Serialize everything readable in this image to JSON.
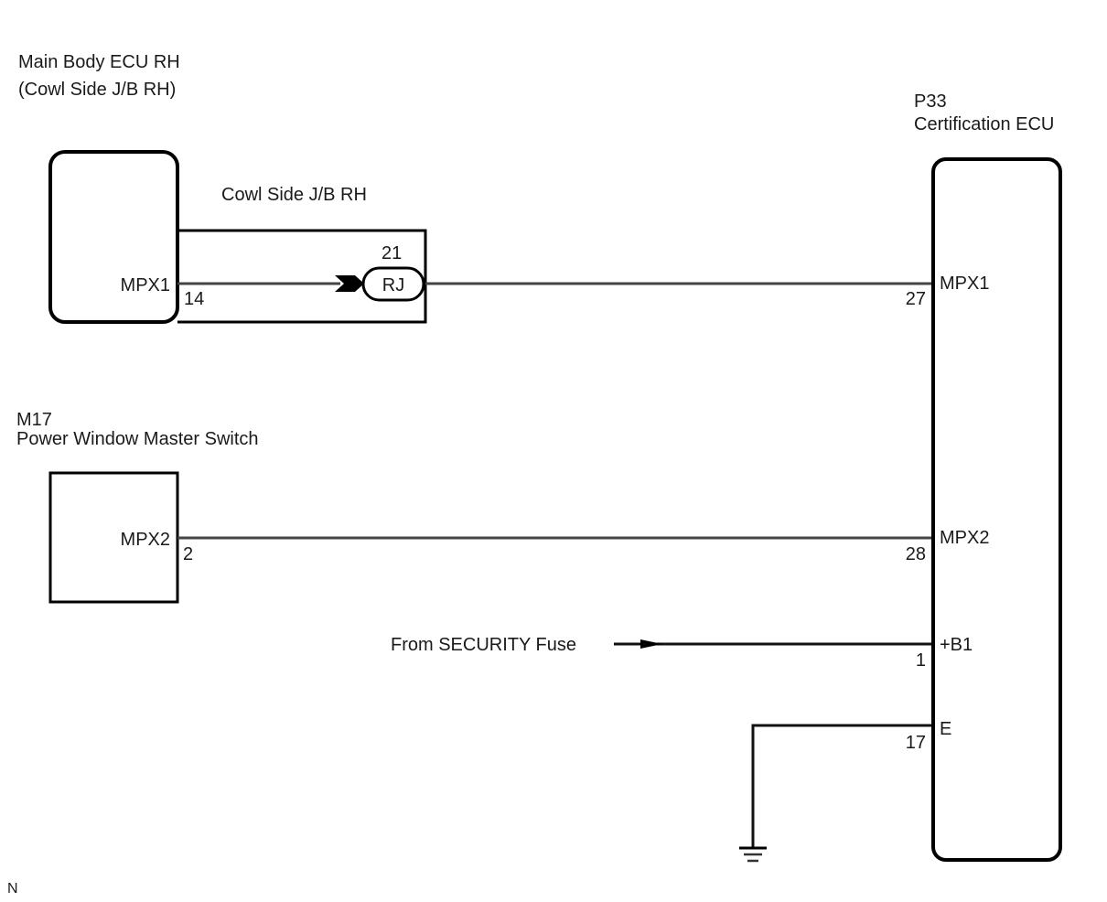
{
  "diagram": {
    "components": {
      "main_body_ecu": {
        "title_line1": "Main Body ECU RH",
        "title_line2": "(Cowl Side J/B RH)",
        "terminal_name": "MPX1",
        "pin": "14"
      },
      "cowl_side_jb": {
        "title": "Cowl Side J/B RH",
        "connector_label": "RJ",
        "connector_pin": "21"
      },
      "certification_ecu": {
        "code": "P33",
        "title": "Certification ECU",
        "terminals": [
          {
            "name": "MPX1",
            "pin": "27"
          },
          {
            "name": "MPX2",
            "pin": "28"
          },
          {
            "name": "+B1",
            "pin": "1"
          },
          {
            "name": "E",
            "pin": "17"
          }
        ]
      },
      "power_window_master_switch": {
        "code": "M17",
        "title": "Power Window Master Switch",
        "terminal_name": "MPX2",
        "pin": "2"
      }
    },
    "power_source_label": "From SECURITY Fuse",
    "footer_mark": "N"
  }
}
